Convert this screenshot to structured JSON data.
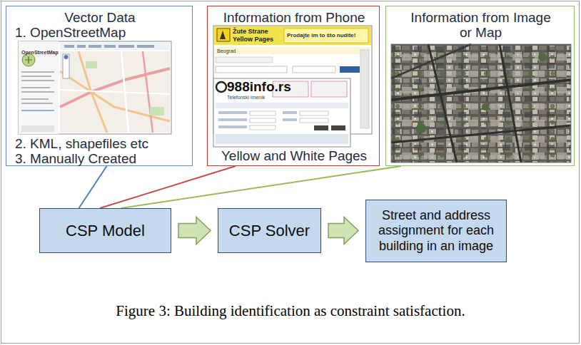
{
  "diagram": {
    "caption": "Figure 3: Building identification as constraint satisfaction.",
    "nodes": [
      {
        "text": [
          "Vector Data",
          "1. OpenStreetMap",
          "2. KML, shapefiles etc",
          "3. Manually Created"
        ]
      },
      {
        "text": [
          "Information from Phone",
          "Yellow and White Pages"
        ]
      },
      {
        "text": [
          "Information from Image or Map"
        ]
      },
      {
        "text": [
          "CSP Model"
        ]
      },
      {
        "text": [
          "CSP Solver"
        ]
      },
      {
        "text": [
          "Street and address assignment for each building in an image"
        ]
      }
    ],
    "edges": [
      {
        "from": 0,
        "to": 3,
        "arrow": "none"
      },
      {
        "from": 1,
        "to": 3,
        "arrow": "none"
      },
      {
        "from": 2,
        "to": 3,
        "arrow": "none"
      },
      {
        "from": 3,
        "to": 4,
        "arrow": "to"
      },
      {
        "from": 4,
        "to": 5,
        "arrow": "to"
      }
    ],
    "labels": [
      "OpenStreetMap",
      "Žute Strane",
      "Yellow Pages",
      "Prodajte im to što nudite!",
      "Beograd",
      "988info.rs",
      "Telefonski imenik"
    ]
  }
}
